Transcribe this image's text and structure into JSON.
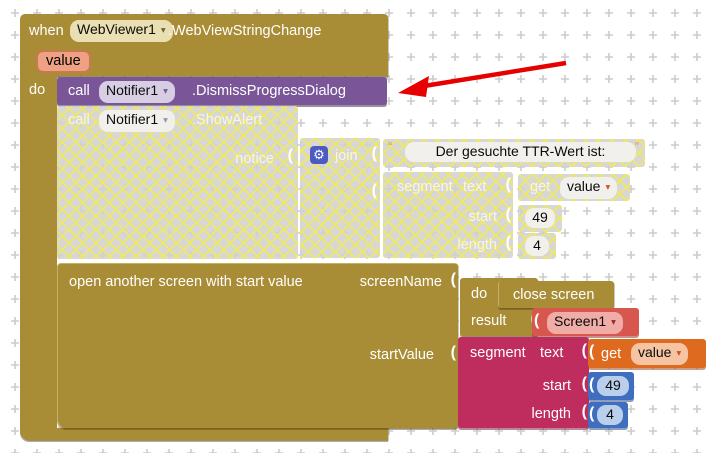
{
  "icons": {
    "gear": "⚙",
    "dropdown": "▾",
    "socket": "("
  },
  "colors": {
    "event_gold": "#A98C36",
    "method_purple": "#7A5699",
    "text_crimson": "#BE2D5E",
    "getter_orange": "#DE6A1F",
    "number_blue": "#3F6EBE",
    "screen_salmon": "#D7574E",
    "mutator_blue": "#4C5BC4",
    "arrow_red": "#E60000",
    "param_chip": "#EFA183"
  },
  "when_block": {
    "keyword": "when",
    "component": "WebViewer1",
    "event": ".WebViewStringChange",
    "param_label": "value",
    "do_label": "do"
  },
  "dismiss_call": {
    "keyword": "call",
    "component": "Notifier1",
    "method": ".DismissProgressDialog"
  },
  "show_alert_call": {
    "keyword": "call",
    "component": "Notifier1",
    "method": ".ShowAlert",
    "notice_label": "notice",
    "state": "disabled"
  },
  "join_block": {
    "label": "join"
  },
  "string_block": {
    "open_quote": "“",
    "text": " Der gesuchte TTR-Wert ist: ",
    "close_quote": "”"
  },
  "ghost_segment": {
    "segment_label": "segment",
    "text_label": "text",
    "start_label": "start",
    "length_label": "length",
    "get_label": "get",
    "get_variable": "value",
    "start_value": "49",
    "length_value": "4"
  },
  "open_screen_block": {
    "label": "open another screen with start value",
    "screen_socket_label": "screenName",
    "start_socket_label": "startValue"
  },
  "do_result_block": {
    "do_label": "do",
    "result_label": "result"
  },
  "close_screen_block": {
    "label": "close screen"
  },
  "screen_dropdown": {
    "value": "Screen1"
  },
  "segment_block": {
    "segment_label": "segment",
    "text_label": "text",
    "start_label": "start",
    "length_label": "length",
    "get_label": "get",
    "get_variable": "value",
    "start_value": "49",
    "length_value": "4"
  }
}
